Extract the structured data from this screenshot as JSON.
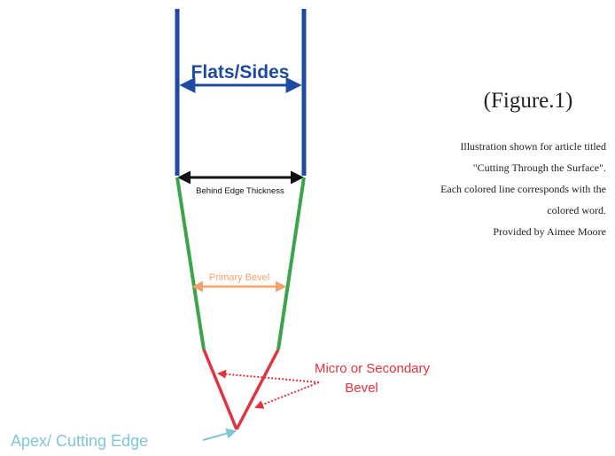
{
  "figure_label": "(Figure.1)",
  "caption": {
    "lines": [
      "Illustration shown for article titled",
      "\"Cutting Through the Surface\".",
      "Each colored line corresponds with the",
      "colored word.",
      "Provided by Aimee Moore"
    ]
  },
  "labels": {
    "flats_sides": "Flats/Sides",
    "behind_edge": "Behind Edge Thickness",
    "primary_bevel": "Primary Bevel",
    "micro_bevel_line1": "Micro or Secondary",
    "micro_bevel_line2": "Bevel",
    "apex": "Apex/ Cutting Edge"
  },
  "colors": {
    "flats": "#1f4aa0",
    "behind_edge": "#111111",
    "primary_bevel": "#3aa64a",
    "primary_bevel_label": "#f0a36a",
    "micro_bevel": "#e0333f",
    "apex": "#7fc7d8",
    "caption_text": "#222222"
  }
}
